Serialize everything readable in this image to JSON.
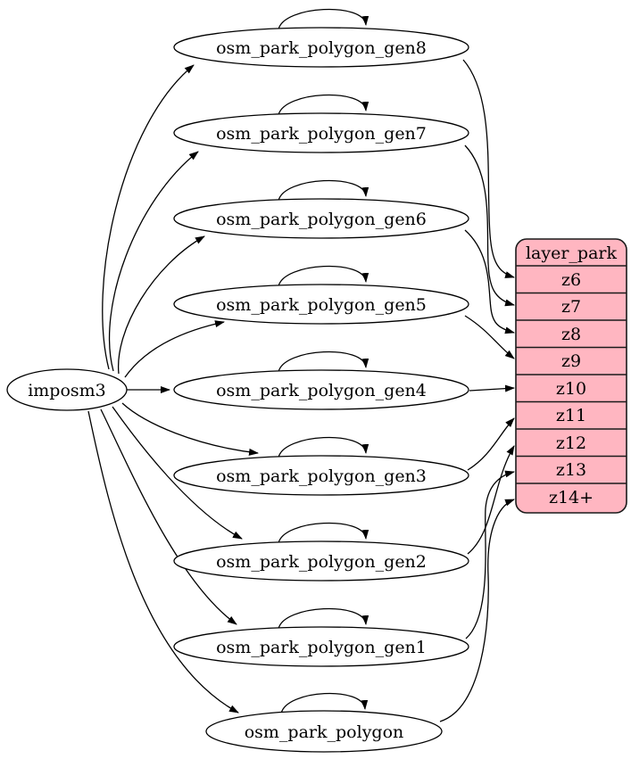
{
  "diagram": {
    "source": {
      "label": "imposm3"
    },
    "tables": [
      {
        "label": "osm_park_polygon_gen8",
        "maps_to": "z6"
      },
      {
        "label": "osm_park_polygon_gen7",
        "maps_to": "z7"
      },
      {
        "label": "osm_park_polygon_gen6",
        "maps_to": "z8"
      },
      {
        "label": "osm_park_polygon_gen5",
        "maps_to": "z9"
      },
      {
        "label": "osm_park_polygon_gen4",
        "maps_to": "z10"
      },
      {
        "label": "osm_park_polygon_gen3",
        "maps_to": "z11"
      },
      {
        "label": "osm_park_polygon_gen2",
        "maps_to": "z12"
      },
      {
        "label": "osm_park_polygon_gen1",
        "maps_to": "z13"
      },
      {
        "label": "osm_park_polygon",
        "maps_to": "z14+"
      }
    ],
    "layer": {
      "title": "layer_park",
      "rows": [
        "z6",
        "z7",
        "z8",
        "z9",
        "z10",
        "z11",
        "z12",
        "z13",
        "z14+"
      ]
    },
    "edges": {
      "from_source": "imposm3 feeds every osm_park_polygon* table",
      "self_loops": "each osm_park_polygon* table has a self-referencing edge",
      "to_layer": "each table feeds one zoom-level row of layer_park"
    },
    "colors": {
      "layer_fill": "#FFB6C1",
      "layer_stroke": "#1A1A1A",
      "node_fill": "#FFFFFF",
      "edge_color": "#000000"
    }
  }
}
